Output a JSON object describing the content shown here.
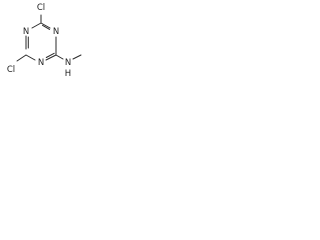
{
  "molecule": {
    "atoms": {
      "cl_top": "Cl",
      "n_upper_left": "N",
      "n_upper_right": "N",
      "n_bottom": "N",
      "cl_left": "Cl",
      "nh_amine": "N",
      "h_amine": "H"
    }
  },
  "colors": {
    "bond": "#2a2a2a",
    "text": "#222222",
    "background": "#ffffff"
  }
}
